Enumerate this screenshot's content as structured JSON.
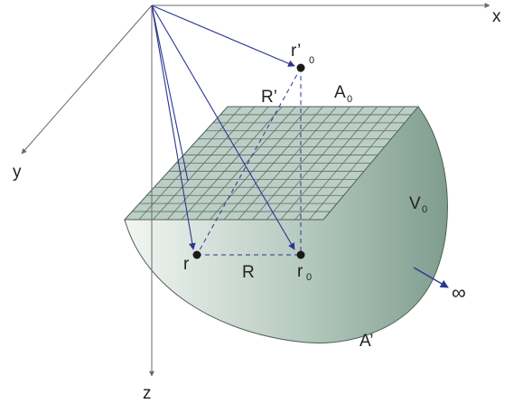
{
  "axes": {
    "x": "x",
    "y": "y",
    "z": "z"
  },
  "points": {
    "r_prime_0": {
      "main": "r’",
      "sub": "0"
    },
    "r": {
      "main": "r"
    },
    "r_0": {
      "main": "r",
      "sub": "0"
    }
  },
  "distances": {
    "R_prime": "R’",
    "R": "R"
  },
  "regions": {
    "A_0": {
      "main": "A",
      "sub": "0"
    },
    "V_0": {
      "main": "V",
      "sub": "0"
    },
    "A_prime": "A’"
  },
  "infinity": "∞",
  "colors": {
    "axis": "#6b6b6b",
    "vector": "#2b3590",
    "grid_fill": "#b9ccc3",
    "grid_line": "#5e6b65",
    "volume_light": "#eef3f0",
    "volume_dark": "#7d9b8d"
  }
}
